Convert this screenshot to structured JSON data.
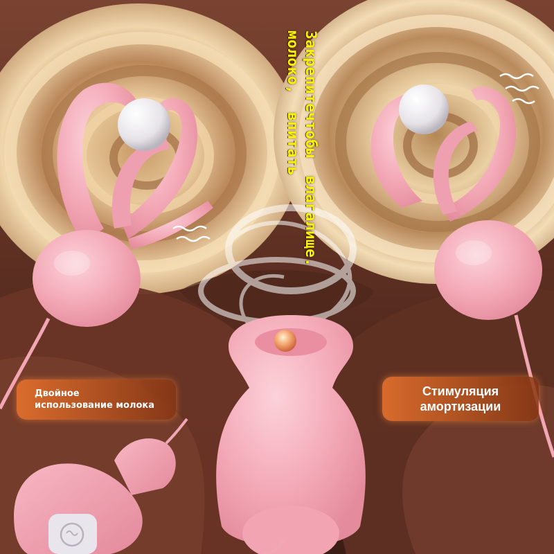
{
  "caption": {
    "lines": [
      "Закрепите молоко,",
      "чтобы впитать",
      "влагалище."
    ],
    "color": "#fff200"
  },
  "labels": {
    "left": {
      "line1": "Двойное",
      "line2": "использование молока"
    },
    "right": {
      "line1": "Стимуляция",
      "line2": "амортизации"
    }
  },
  "colors": {
    "product_pink": "#f4a9b7",
    "pill_orange": "#e2702d",
    "chocolate": "#6b3425",
    "cream": "#d9b07a"
  }
}
